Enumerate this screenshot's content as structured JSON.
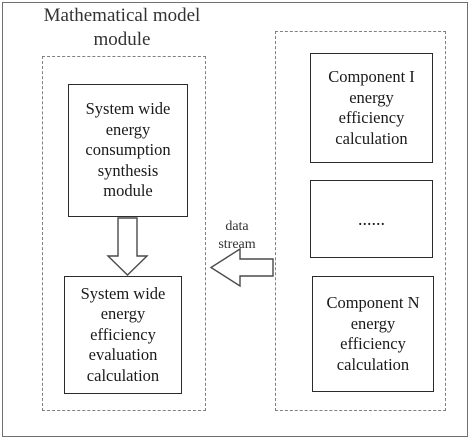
{
  "module_title": "Mathematical model module",
  "left_panel": {
    "synthesis_box": "System wide energy consumption synthesis module",
    "evaluation_box": "System wide energy efficiency evaluation calculation"
  },
  "right_panel": {
    "component_1": "Component I energy efficiency calculation",
    "ellipsis": "......",
    "component_n": "Component N energy efficiency calculation"
  },
  "connector_label": "data stream"
}
